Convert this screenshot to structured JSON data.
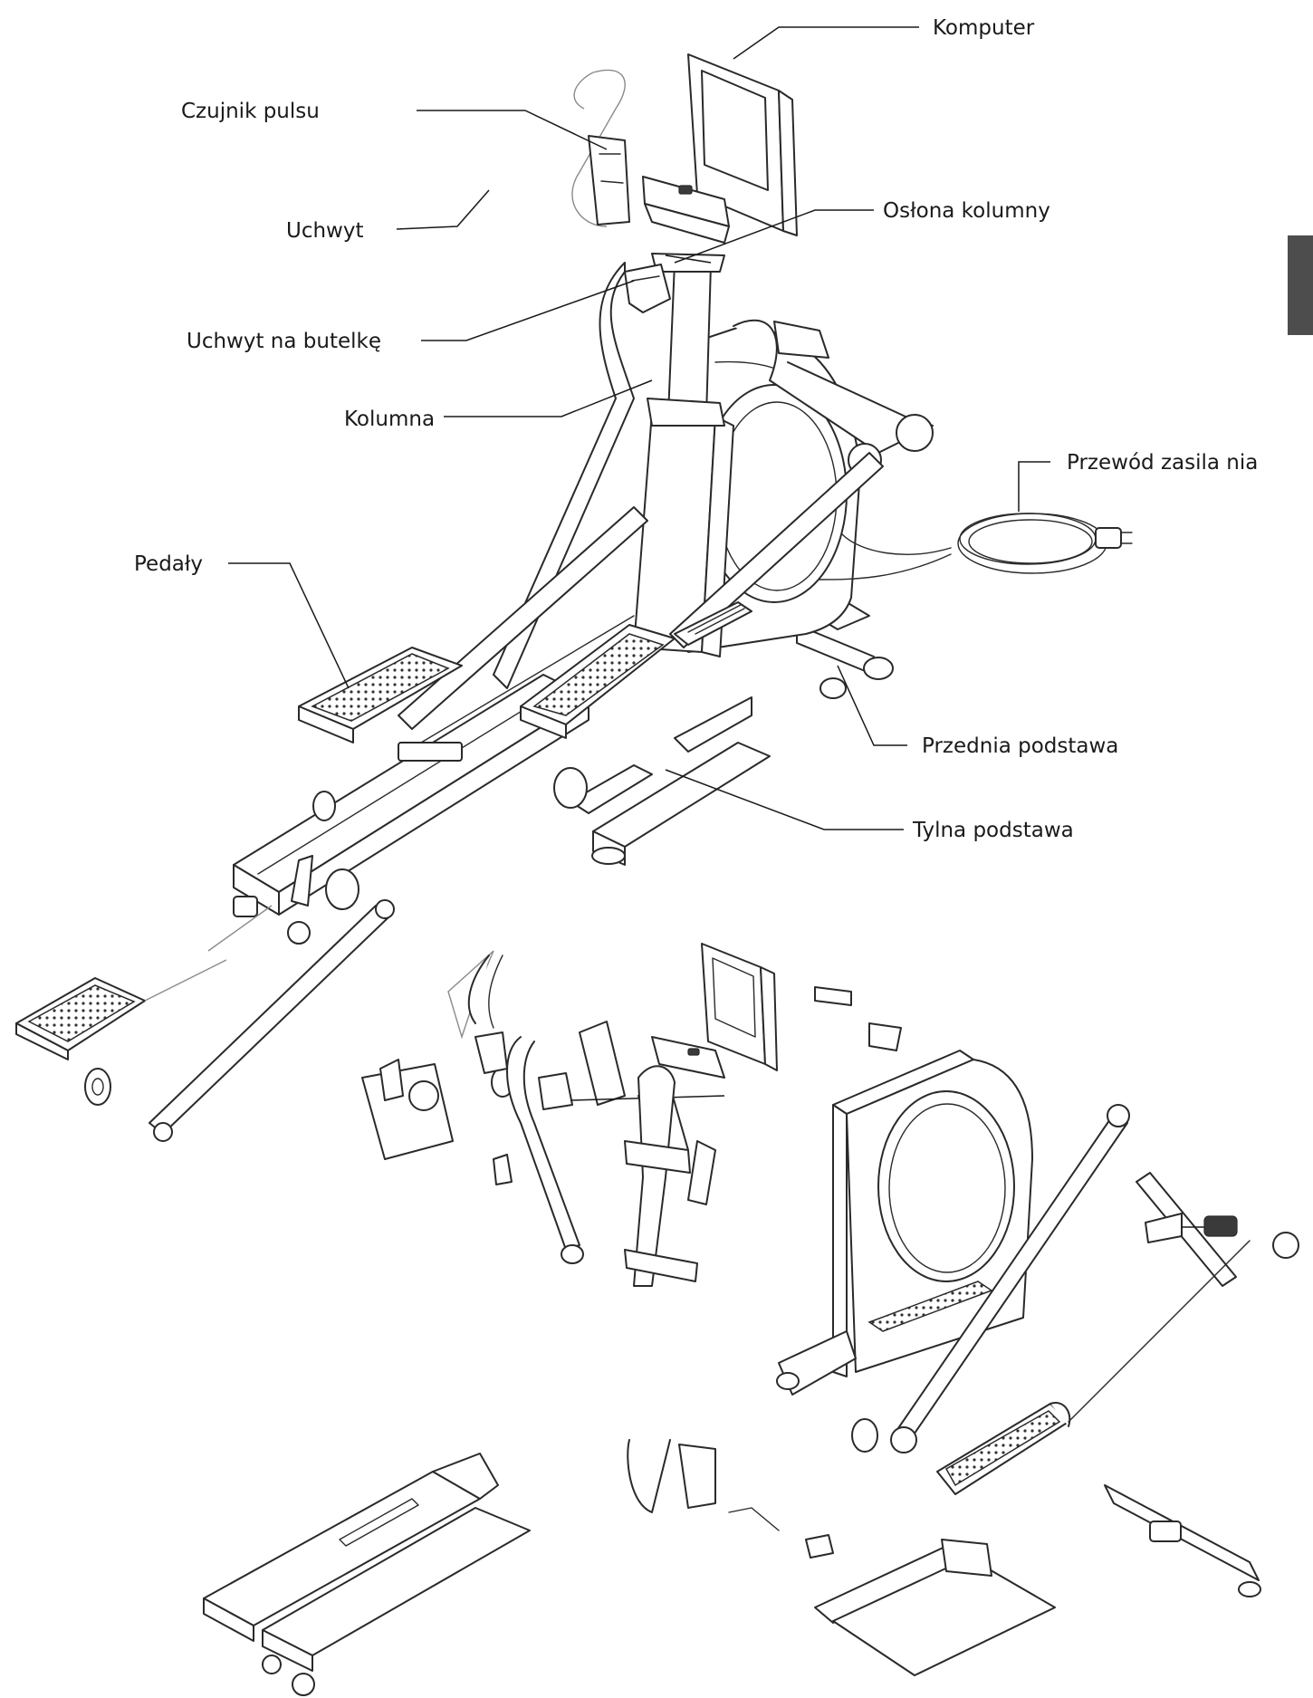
{
  "labels": {
    "komputer": "Komputer",
    "czujnik_pulsu": "Czujnik pulsu",
    "uchwyt": "Uchwyt",
    "oslona_kolumny": "Osłona kolumny",
    "uchwyt_na_butelke": "Uchwyt na butelkę",
    "kolumna": "Kolumna",
    "przewod_zasilania": "Przewód zasila nia",
    "pedaly": "Pedały",
    "przednia_podstawa": "Przednia podstawa",
    "tylna_podstawa": "Tylna podstawa"
  },
  "colors": {
    "line": "#1a1a1a",
    "side_tab": "#4d4d4d",
    "background": "#ffffff"
  }
}
